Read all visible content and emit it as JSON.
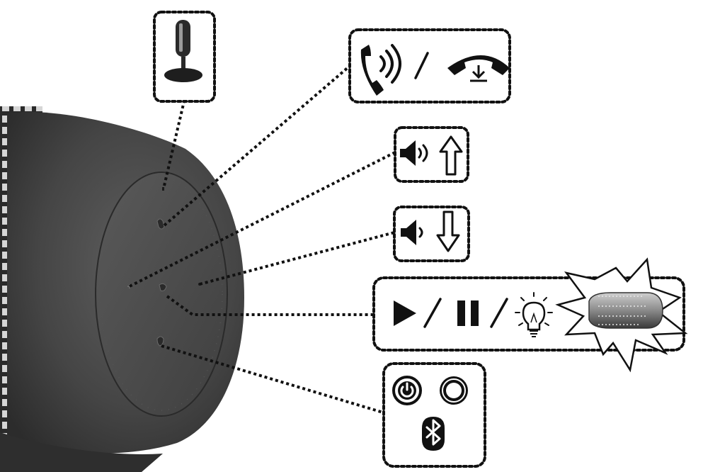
{
  "diagram": {
    "subject": "speaker-button-panel",
    "callouts": [
      {
        "id": "microphone",
        "icons": [
          "microphone-icon"
        ]
      },
      {
        "id": "call",
        "icons": [
          "phone-ringing-icon",
          "hang-up-icon"
        ],
        "separator": "/"
      },
      {
        "id": "volume-up",
        "icons": [
          "speaker-icon",
          "arrow-up-icon"
        ]
      },
      {
        "id": "volume-down",
        "icons": [
          "speaker-icon",
          "arrow-down-icon"
        ]
      },
      {
        "id": "play-pause-light",
        "icons": [
          "play-icon",
          "pause-icon",
          "light-bulb-icon",
          "glowing-speaker-icon"
        ],
        "separator": "/"
      },
      {
        "id": "power-bluetooth",
        "icons": [
          "power-on-icon",
          "power-off-icon",
          "bluetooth-icon"
        ]
      }
    ]
  }
}
